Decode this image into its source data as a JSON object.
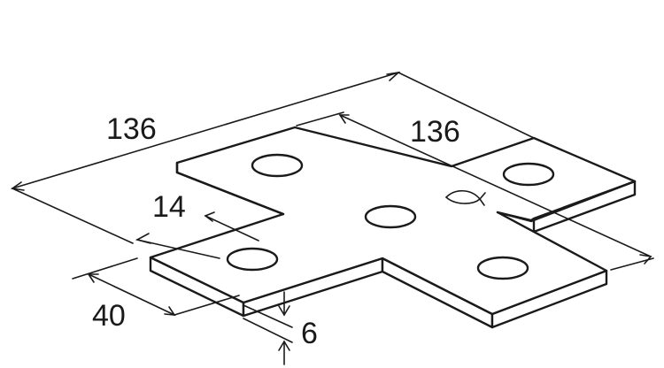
{
  "drawing": {
    "dimensions": {
      "overall_length": "136",
      "overall_width": "136",
      "hole_offset": "14",
      "arm_width": "40",
      "thickness": "6"
    }
  }
}
